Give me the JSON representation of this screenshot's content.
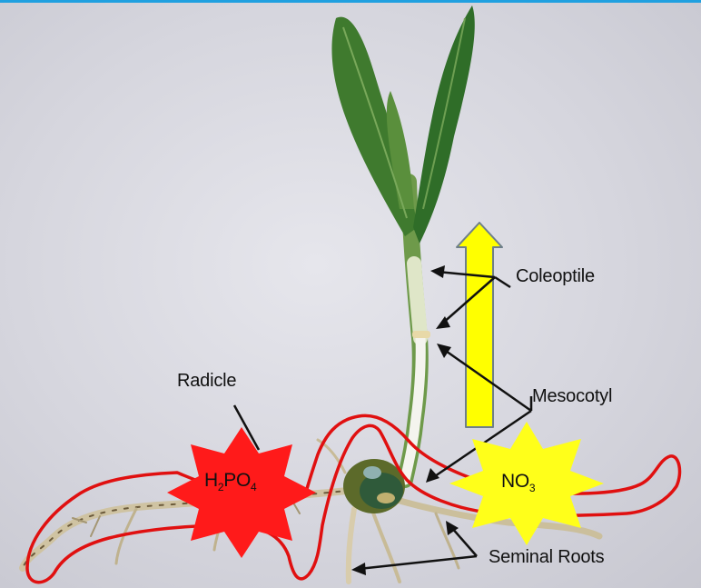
{
  "labels": {
    "radicle": "Radicle",
    "coleoptile": "Coleoptile",
    "mesocotyl": "Mesocotyl",
    "seminal_roots": "Seminal Roots"
  },
  "nutrients": {
    "phosphate": {
      "p1": "H",
      "sub1": "2",
      "p2": "PO",
      "sub2": "4"
    },
    "nitrate": {
      "p1": "NO",
      "sub1": "3"
    }
  },
  "colors": {
    "phosphate_star": "#ff1a1a",
    "nitrate_star": "#ffff1a",
    "uptake_arrow": "#ffff00",
    "root_zone_outline": "#e01010",
    "top_rule": "#20a0e0"
  },
  "icons": {
    "phosphate": "red-star-icon",
    "nitrate": "yellow-star-icon",
    "uptake": "upward-arrow-icon"
  }
}
